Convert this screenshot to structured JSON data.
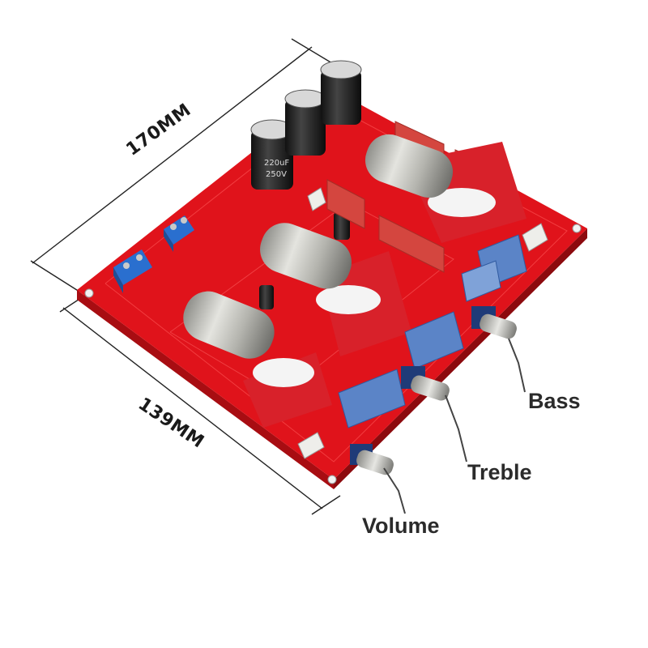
{
  "image": {
    "subject": "Tube preamplifier tone control circuit board"
  },
  "dimensions": {
    "length": "170MM",
    "width": "139MM"
  },
  "callouts": {
    "bass": "Bass",
    "treble": "Treble",
    "volume": "Volume"
  },
  "capacitor_markings": [
    "220uF",
    "250V"
  ],
  "colors": {
    "pcb": "#e0131b",
    "pcb_dark": "#a80d12",
    "capacitor_film": "#d4463f",
    "capacitor_blue": "#5b84c7",
    "tube_glass": "#c9c9c4",
    "electrolytic": "#1d1d1d",
    "knob": "#b8b8b4"
  }
}
